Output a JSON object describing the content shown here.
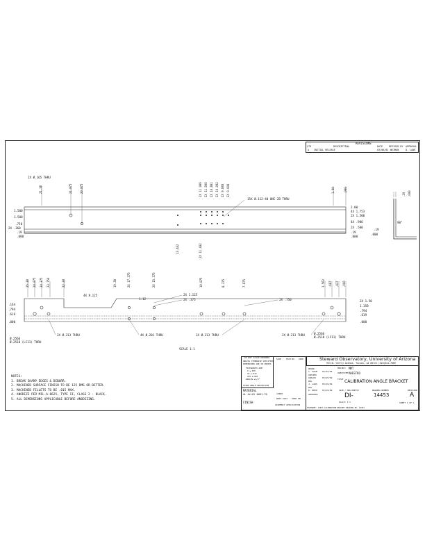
{
  "revisions": {
    "title": "REVISIONS",
    "headers": [
      "LTR",
      "DESCRIPTION",
      "DATE",
      "REVISED BY",
      "APPROVAL"
    ],
    "rows": [
      [
        "A",
        "INITIAL RELEASE",
        "03/08/02",
        "WEIMAN",
        "D. LAWS"
      ]
    ]
  },
  "top_view": {
    "left_dims": [
      "1.500",
      "1.500",
      ".750",
      "2X .360",
      ".19",
      ".000"
    ],
    "top_dims_left": [
      "2X Ø.165 THRU",
      "21.38",
      "21.875",
      "20.875"
    ],
    "top_dims_center": [
      "2X 11.909",
      "2X 11.000",
      "2X 10.801",
      "2X 10.092",
      "2X 9.883",
      "2X 9.000"
    ],
    "bottom_dims_center": [
      "13.432",
      "2X 11.432"
    ],
    "thread_note": "15X Ø.112-40 UNC-2B THRU",
    "right_top_dims": [
      "1.00",
      ".000"
    ],
    "right_dims": [
      "2.00",
      "4X 1.753",
      "2X 1.500",
      "4X .986",
      "2X .500",
      ".19",
      ".000"
    ]
  },
  "side_view": {
    "angle_label": "90°",
    "dims": [
      ".19",
      ".000"
    ],
    "top_dims": [
      ".19",
      ".000"
    ]
  },
  "front_view": {
    "top_dims": [
      "25.38",
      "24.875",
      "24.375",
      "23.750",
      "22.38",
      "19.38",
      "2X 17.375",
      "2X 15.375",
      "10.875",
      "8.375",
      "7.875",
      "1.562",
      ".687",
      ".437",
      ".000"
    ],
    "left_dims": [
      ".164",
      ".794",
      ".619",
      ".000"
    ],
    "radius_note": "4X R.125",
    "inner_labels": [
      "1.12",
      "2X 1.125",
      "2X .375",
      "2X .750"
    ],
    "right_dims": [
      "2X 1.50",
      "1.158",
      ".794",
      ".619",
      ".000"
    ],
    "bottom_left_note_a": "Ø.2566",
    "bottom_left_note_b": "Ø.2510  (LC11) THRU",
    "hole_notes": [
      "2X Ø.313 THRU",
      "4X Ø.201 THRU",
      "3X Ø.313 THRU",
      "2X Ø.213 THRU"
    ],
    "bottom_right_note_a": "Ø.2566",
    "bottom_right_note_b": "Ø.2510  (LC11) THRU"
  },
  "scale_label": "SCALE 1:1",
  "notes": {
    "title": "NOTES:",
    "items": [
      "1. BREAK SHARP EDGES & DEBURR.",
      "2. MACHINED SURFACE FINISH TO BE 125 RMS OR BETTER.",
      "3. MACHINED FILLETS TO BE .015 MAX.",
      "4. ANODIZE PER MIL-A-8625, TYPE II, CLASS 2 - BLACK.",
      "5. ALL DIMENSIONS APPLICABLE BEFORE ANODIZING."
    ]
  },
  "title_block": {
    "do_not_scale": "DO NOT SCALE DRAWING",
    "tolerance_intro": "UNLESS OTHERWISE SPECIFIED\nDIMENSIONS ARE IN INCHES",
    "tolerances": [
      "TOLERANCES ARE:",
      "X  ±.030",
      "XX ±.010",
      "XXX ±.005",
      "ANGLES ±1/2°"
    ],
    "third_angle": "THIRD ANGLE PROJECTION",
    "prefix_headers": [
      "SIZE",
      "FSCM NO",
      "CODE"
    ],
    "material_label": "MATERIAL",
    "material": "AL ALLOY 6061-T6",
    "next_assy": "NEXT ASSY",
    "used_on": "USED ON",
    "qty": "1X000",
    "finish_label": "FINISH",
    "application": "ASSEMBLY APPLICATION",
    "roles": [
      "DRAWN",
      "CHECKED",
      "ENG",
      "MFG",
      "APPROVED"
    ],
    "people": [
      "C. GUAN",
      "ABALDO",
      "J. LAWS",
      "D. REED"
    ],
    "dates": [
      "03/15/02",
      "03/15/02",
      "03/15/02",
      "03/15/02"
    ],
    "company": "Steward Observatory, University of Arizona",
    "address": "933 N. Cherry Avenue, Tucson, AZ  85721    (520)621-7889",
    "project_label": "PROJECT",
    "project": "MMT",
    "title_label": "TITLE",
    "part_title": "CALIBRATION ANGLE BRACKET",
    "subtitle_label": "SUBSYSTEM",
    "subtitle": "MAESTRO",
    "size_label": "SIZE / DWG PREFIX",
    "prefix": "DI-",
    "dwg_label": "DRAWING NUMBER",
    "dwg_no": "14453",
    "rev_label": "REVISION",
    "rev": "A",
    "sheet": "SHEET 1 OF 1",
    "footer": "FILENAME: 14453 CALIBRATION BRACKET  DRAWING NO. 14453",
    "scale_ref": "SCALE: 1:1"
  }
}
